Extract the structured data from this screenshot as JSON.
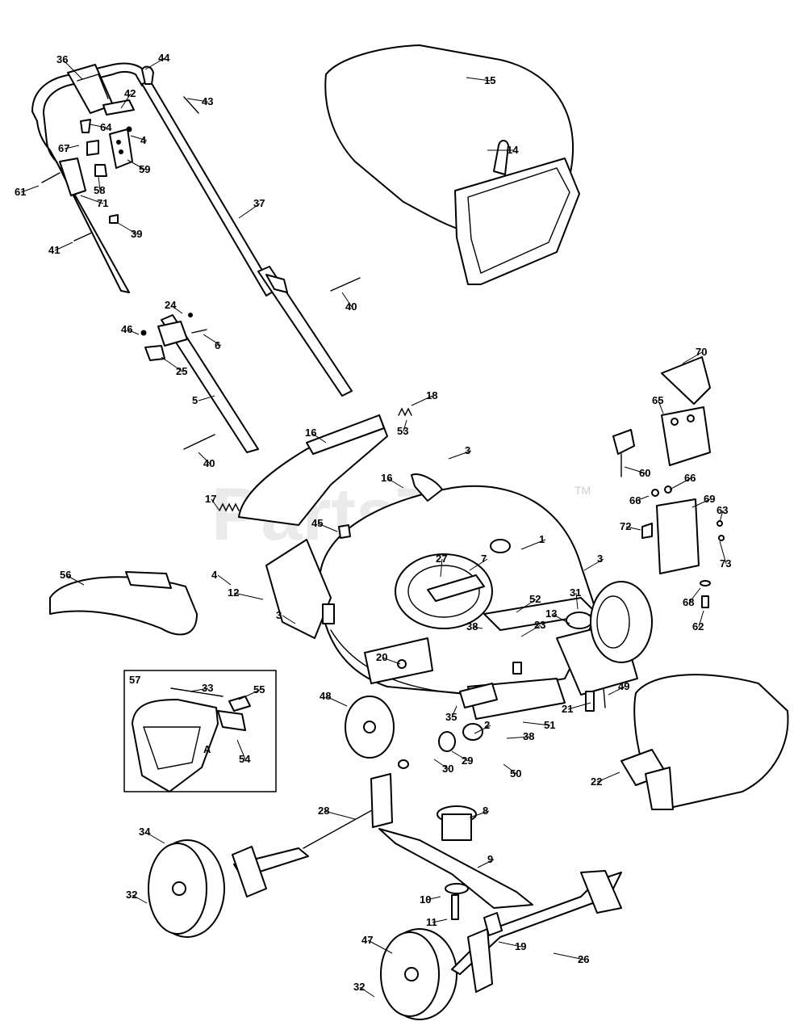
{
  "watermark": {
    "text": "PartsTree",
    "tm": "TM"
  },
  "inset": {
    "number": "57",
    "letter": "A"
  },
  "callouts": [
    {
      "id": "c36",
      "text": "36"
    },
    {
      "id": "c44",
      "text": "44"
    },
    {
      "id": "c42",
      "text": "42"
    },
    {
      "id": "c43",
      "text": "43"
    },
    {
      "id": "c64",
      "text": "64"
    },
    {
      "id": "c4a",
      "text": "4"
    },
    {
      "id": "c67",
      "text": "67"
    },
    {
      "id": "c59",
      "text": "59"
    },
    {
      "id": "c61",
      "text": "61"
    },
    {
      "id": "c58",
      "text": "58"
    },
    {
      "id": "c71",
      "text": "71"
    },
    {
      "id": "c37",
      "text": "37"
    },
    {
      "id": "c39",
      "text": "39"
    },
    {
      "id": "c41",
      "text": "41"
    },
    {
      "id": "c40a",
      "text": "40"
    },
    {
      "id": "c24",
      "text": "24"
    },
    {
      "id": "c46",
      "text": "46"
    },
    {
      "id": "c6",
      "text": "6"
    },
    {
      "id": "c25",
      "text": "25"
    },
    {
      "id": "c5",
      "text": "5"
    },
    {
      "id": "c15",
      "text": "15"
    },
    {
      "id": "c14",
      "text": "14"
    },
    {
      "id": "c18",
      "text": "18"
    },
    {
      "id": "c53",
      "text": "53"
    },
    {
      "id": "c16a",
      "text": "16"
    },
    {
      "id": "c40b",
      "text": "40"
    },
    {
      "id": "c3a",
      "text": "3"
    },
    {
      "id": "c70",
      "text": "70"
    },
    {
      "id": "c65",
      "text": "65"
    },
    {
      "id": "c60",
      "text": "60"
    },
    {
      "id": "c66a",
      "text": "66"
    },
    {
      "id": "c66b",
      "text": "66"
    },
    {
      "id": "c16b",
      "text": "16"
    },
    {
      "id": "c17",
      "text": "17"
    },
    {
      "id": "c1",
      "text": "1"
    },
    {
      "id": "c69",
      "text": "69"
    },
    {
      "id": "c63",
      "text": "63"
    },
    {
      "id": "c72",
      "text": "72"
    },
    {
      "id": "c45",
      "text": "45"
    },
    {
      "id": "c73",
      "text": "73"
    },
    {
      "id": "c27",
      "text": "27"
    },
    {
      "id": "c7",
      "text": "7"
    },
    {
      "id": "c3b",
      "text": "3"
    },
    {
      "id": "c56",
      "text": "56"
    },
    {
      "id": "c4b",
      "text": "4"
    },
    {
      "id": "c12",
      "text": "12"
    },
    {
      "id": "c52",
      "text": "52"
    },
    {
      "id": "c31",
      "text": "31"
    },
    {
      "id": "c68",
      "text": "68"
    },
    {
      "id": "c62",
      "text": "62"
    },
    {
      "id": "c13",
      "text": "13"
    },
    {
      "id": "c3c",
      "text": "3"
    },
    {
      "id": "c38a",
      "text": "38"
    },
    {
      "id": "c23",
      "text": "23"
    },
    {
      "id": "c20",
      "text": "20"
    },
    {
      "id": "c33",
      "text": "33"
    },
    {
      "id": "c55",
      "text": "55"
    },
    {
      "id": "c48",
      "text": "48"
    },
    {
      "id": "c49",
      "text": "49"
    },
    {
      "id": "c21",
      "text": "21"
    },
    {
      "id": "c35",
      "text": "35"
    },
    {
      "id": "c2",
      "text": "2"
    },
    {
      "id": "c51",
      "text": "51"
    },
    {
      "id": "c38b",
      "text": "38"
    },
    {
      "id": "c54",
      "text": "54"
    },
    {
      "id": "c29",
      "text": "29"
    },
    {
      "id": "c30",
      "text": "30"
    },
    {
      "id": "c50",
      "text": "50"
    },
    {
      "id": "c22",
      "text": "22"
    },
    {
      "id": "c28",
      "text": "28"
    },
    {
      "id": "c8",
      "text": "8"
    },
    {
      "id": "c34",
      "text": "34"
    },
    {
      "id": "c9",
      "text": "9"
    },
    {
      "id": "c32a",
      "text": "32"
    },
    {
      "id": "c10",
      "text": "10"
    },
    {
      "id": "c11",
      "text": "11"
    },
    {
      "id": "c47",
      "text": "47"
    },
    {
      "id": "c19",
      "text": "19"
    },
    {
      "id": "c26",
      "text": "26"
    },
    {
      "id": "c32b",
      "text": "32"
    }
  ]
}
